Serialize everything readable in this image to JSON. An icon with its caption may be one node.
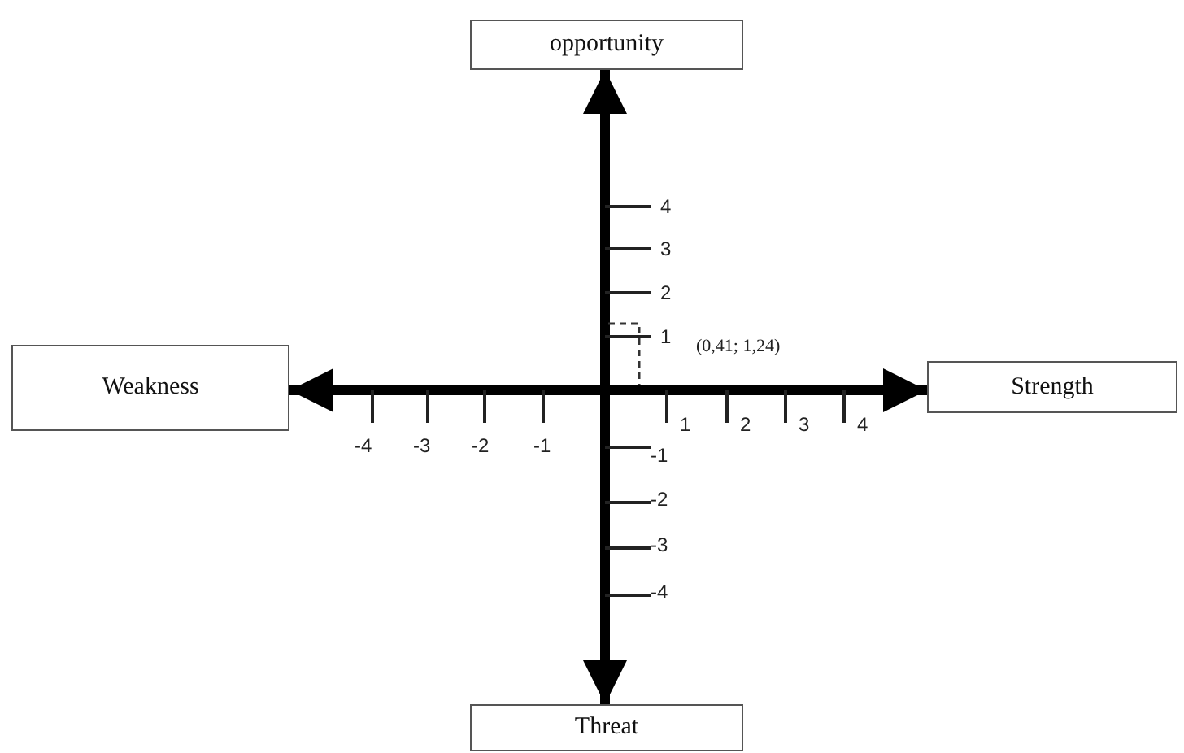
{
  "diagram": {
    "nodes": [
      {
        "text": [
          "opportunity"
        ]
      },
      {
        "text": [
          "Weakness"
        ]
      },
      {
        "text": [
          "Strength"
        ]
      },
      {
        "text": [
          "Threat"
        ]
      }
    ],
    "edges": [
      {
        "from": 1,
        "to": 2,
        "arrow": "both"
      },
      {
        "from": 0,
        "to": 3,
        "arrow": "both"
      }
    ],
    "labels": [
      "4",
      "3",
      "2",
      "1",
      "(0,41; 1,24)",
      "1",
      "2",
      "3",
      "4",
      "-4",
      "-3",
      "-2",
      "-1",
      "-1",
      "-2",
      "-3",
      "-4"
    ]
  }
}
